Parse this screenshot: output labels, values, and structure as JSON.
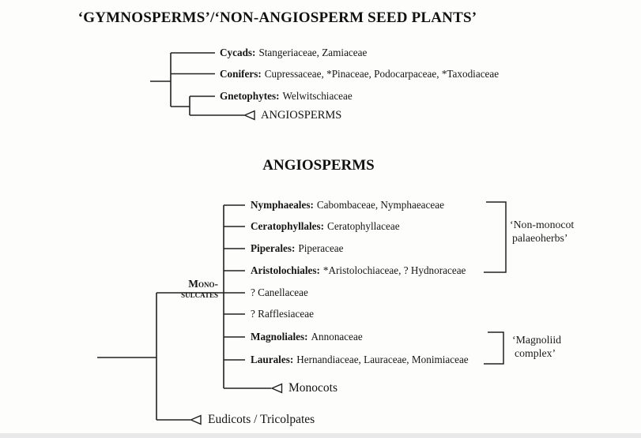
{
  "titles": {
    "gymnosperms": "‘GYMNOSPERMS’/‘NON-ANGIOSPERM SEED PLANTS’",
    "angiosperms": "ANGIOSPERMS"
  },
  "gymnosperm_tree": {
    "taxa": [
      {
        "name": "Cycads:",
        "families": "Stangeriaceae, Zamiaceae"
      },
      {
        "name": "Conifers:",
        "families": "Cupressaceae, *Pinaceae, Podocarpaceae, *Taxodiaceae"
      },
      {
        "name": "Gnetophytes:",
        "families": "Welwitschiaceae"
      }
    ],
    "collapsed_clade": "ANGIOSPERMS"
  },
  "angiosperm_tree": {
    "clade_label": {
      "line1": "Mono-",
      "line2": "sulcates"
    },
    "taxa": [
      {
        "name": "Nymphaeales:",
        "families": "Cabombaceae, Nymphaeaceae"
      },
      {
        "name": "Ceratophyllales:",
        "families": "Ceratophyllaceae"
      },
      {
        "name": "Piperales:",
        "families": "Piperaceae"
      },
      {
        "name": "Aristolochiales:",
        "families": "*Aristolochiaceae, ? Hydnoraceae"
      },
      {
        "name": "",
        "families": "? Canellaceae"
      },
      {
        "name": "",
        "families": "? Rafflesiaceae"
      },
      {
        "name": "Magnoliales:",
        "families": "Annonaceae"
      },
      {
        "name": "Laurales:",
        "families": "Hernandiaceae, Lauraceae, Monimiaceae"
      }
    ],
    "collapsed_clades": {
      "monocots": "Monocots",
      "eudicots": "Eudicots / Tricolpates"
    },
    "brackets": [
      {
        "line1": "‘Non-monocot",
        "line2": "palaeoherbs’"
      },
      {
        "line1": "‘Magnoliid",
        "line2": "complex’"
      }
    ]
  },
  "colors": {
    "ink": "#222222",
    "background": "#fdfdfc"
  }
}
